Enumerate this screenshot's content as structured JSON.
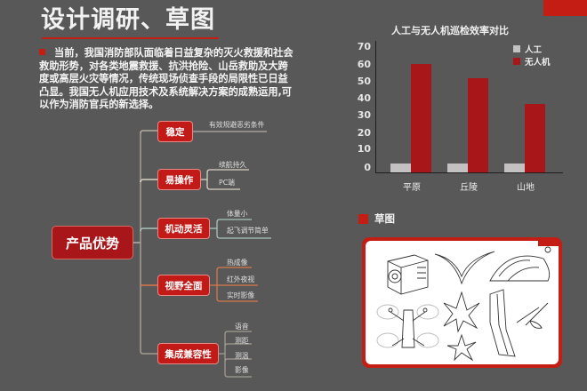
{
  "page": {
    "title": "设计调研、草图",
    "intro": "当前，我国消防部队面临着日益复杂的灭火救援和社会救助形势，对各类地震救援、抗洪抢险、山岳救助及大跨度或高层火灾等情况，传统现场侦查手段的局限性已日益凸显。我国无人机应用技术及系统解决方案的成熟运用,可以作为消防官兵的新选择。",
    "accent_color": "#c41e14",
    "background_color": "#585858"
  },
  "mindmap": {
    "root": "产品优势",
    "branches": [
      {
        "label": "稳定",
        "line_color": "#b3aca3",
        "leaves": [
          "有效规避恶劣条件"
        ]
      },
      {
        "label": "易操作",
        "line_color": "#d9d2c3",
        "leaves": [
          "续航持久",
          "PC端"
        ]
      },
      {
        "label": "机动灵活",
        "line_color": "#a9c4bd",
        "leaves": [
          "体量小",
          "起飞调节简单"
        ]
      },
      {
        "label": "视野全面",
        "line_color": "#d8784a",
        "leaves": [
          "热成像",
          "红外夜视",
          "实时影像"
        ]
      },
      {
        "label": "集成兼容性",
        "line_color": "#a29a91",
        "leaves": [
          "语音",
          "测距",
          "测温",
          "影像"
        ]
      }
    ]
  },
  "chart_data": {
    "type": "bar",
    "title": "人工与无人机巡检效率对比",
    "categories": [
      "平原",
      "丘陵",
      "山地"
    ],
    "series": [
      {
        "name": "人工",
        "color": "#c3c1c1",
        "values": [
          5,
          5,
          5
        ]
      },
      {
        "name": "无人机",
        "color": "#a8161a",
        "values": [
          60,
          52,
          38
        ]
      }
    ],
    "yticks": [
      "0",
      "10",
      "20",
      "30",
      "40",
      "50",
      "60",
      "70"
    ],
    "ylim": [
      0,
      70
    ],
    "xlabel": "",
    "ylabel": "",
    "grid": false,
    "legend_position": "top-right"
  },
  "sketch": {
    "section_label": "草图",
    "image_alt": "无人机设计草图"
  }
}
